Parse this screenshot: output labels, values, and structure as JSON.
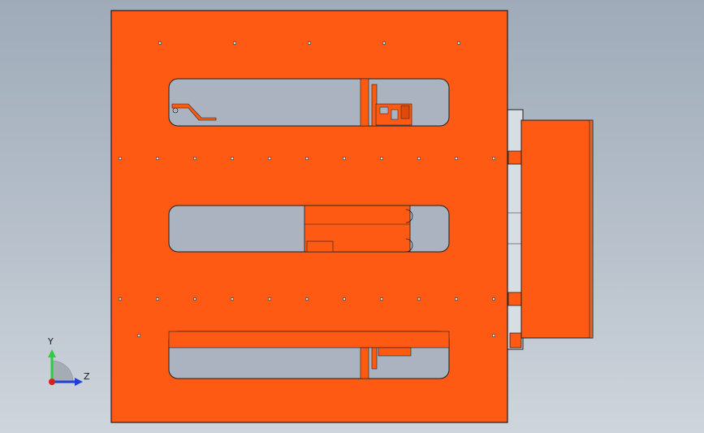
{
  "viewport": {
    "background_top": "#9fabb9",
    "background_bottom": "#cfd5dc"
  },
  "model": {
    "part_color": "#ff5a14",
    "edge_color": "#1e1e1e",
    "slot_fill": "#aab3bf",
    "slot_count": 3,
    "hole_rows": 3
  },
  "triad": {
    "y_label": "Y",
    "z_label": "Z",
    "y_color": "#2ecc40",
    "z_color": "#1f3fd6",
    "x_color": "#d62020"
  }
}
